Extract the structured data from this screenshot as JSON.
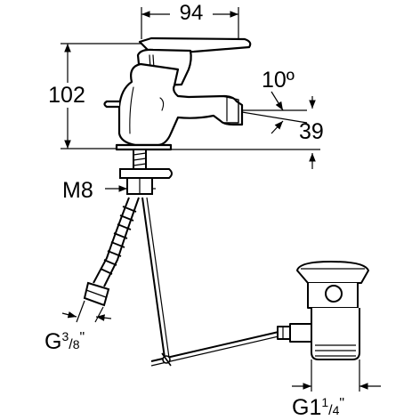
{
  "drawing": {
    "dimensions": {
      "width_top": "94",
      "height_left": "102",
      "angle": "10º",
      "spout_height": "39",
      "nut_thread": "M8",
      "hose_thread": {
        "base": "G",
        "num": "3",
        "den": "8",
        "suffix": "\""
      },
      "waste_thread": {
        "base": "G1",
        "num": "1",
        "den": "4",
        "suffix": "\""
      }
    }
  }
}
